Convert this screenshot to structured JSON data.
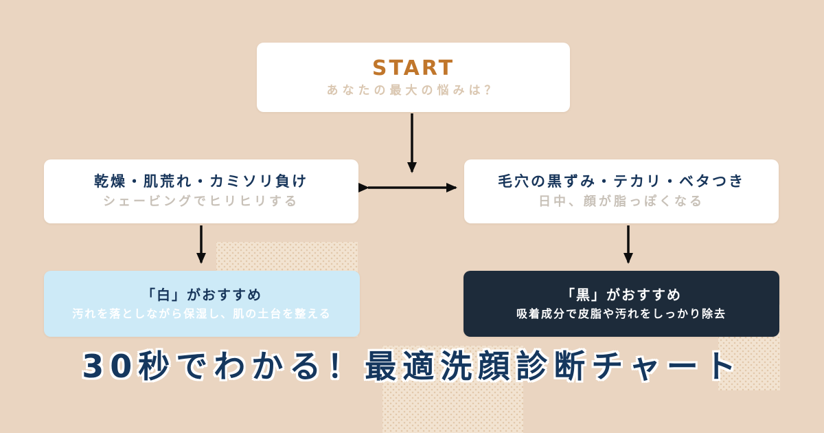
{
  "page": {
    "title": "30秒でわかる！最適洗顔診断チャート"
  },
  "colors": {
    "background": "#ead5c1",
    "texture_patch": "#f2e3d1",
    "box_white": "#ffffff",
    "navy_text": "#17355a",
    "orange_accent": "#c0762b",
    "muted_subtitle": "#c8c1b8",
    "beige_subtitle": "#dac7b1",
    "result_blue_box": "#cdeaf7",
    "result_dark_box": "#1d2b3a",
    "arrow": "#0d0d0d",
    "title_navy": "#15375e"
  },
  "flowchart": {
    "start": {
      "label": "START",
      "question": "あなたの最大の悩みは？"
    },
    "branches": [
      {
        "title": "乾燥・肌荒れ・カミソリ負け",
        "subtitle": "シェービングでヒリヒリする",
        "result": {
          "title": "「白」がおすすめ",
          "description": "汚れを落としながら保湿し、肌の土台を整える"
        }
      },
      {
        "title": "毛穴の黒ずみ・テカリ・ベタつき",
        "subtitle": "日中、顔が脂っぽくなる",
        "result": {
          "title": "「黒」がおすすめ",
          "description": "吸着成分で皮脂や汚れをしっかり除去"
        }
      }
    ]
  }
}
